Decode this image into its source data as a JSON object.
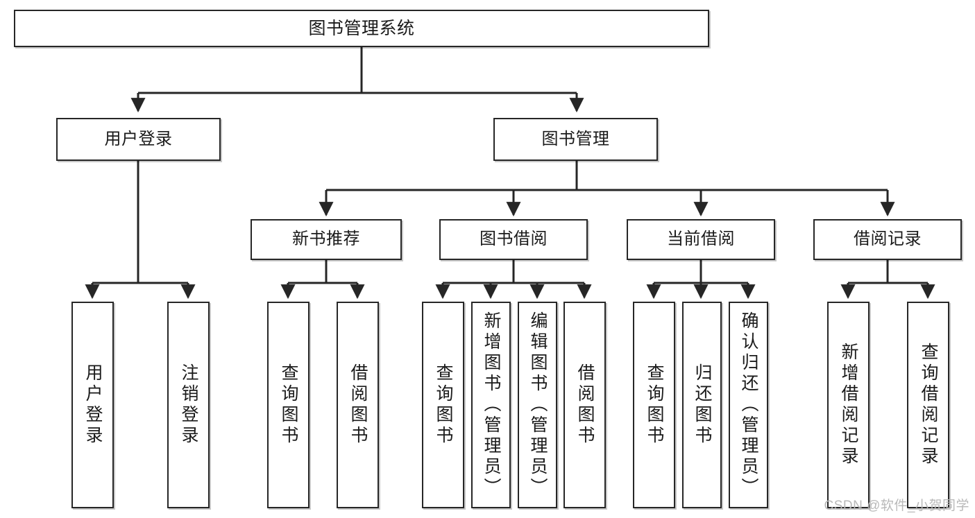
{
  "diagram": {
    "title": "图书管理系统",
    "watermark": "CSDN @软件_小贺同学",
    "nodes": {
      "root": {
        "label": "图书管理系统"
      },
      "level2": {
        "user_login": {
          "label": "用户登录"
        },
        "book_manage": {
          "label": "图书管理"
        }
      },
      "level3": {
        "new_book_rec": {
          "label": "新书推荐"
        },
        "book_borrow": {
          "label": "图书借阅"
        },
        "current_borrow": {
          "label": "当前借阅"
        },
        "borrow_record": {
          "label": "借阅记录"
        }
      },
      "leaves": {
        "login_1": {
          "label": "用户登录"
        },
        "login_2": {
          "label": "注销登录"
        },
        "rec_1": {
          "label": "查询图书"
        },
        "rec_2": {
          "label": "借阅图书"
        },
        "borrow_1": {
          "label": "查询图书"
        },
        "borrow_2": {
          "label": "新增图书（管理员）"
        },
        "borrow_3": {
          "label": "编辑图书（管理员）"
        },
        "borrow_4": {
          "label": "借阅图书"
        },
        "current_1": {
          "label": "查询图书"
        },
        "current_2": {
          "label": "归还图书"
        },
        "current_3": {
          "label": "确认归还（管理员）"
        },
        "record_1": {
          "label": "新增借阅记录"
        },
        "record_2": {
          "label": "查询借阅记录"
        }
      }
    },
    "colors": {
      "stroke": "#262626",
      "background": "#ffffff",
      "text": "#1a1a1a",
      "watermark": "#b9b9b9"
    }
  }
}
